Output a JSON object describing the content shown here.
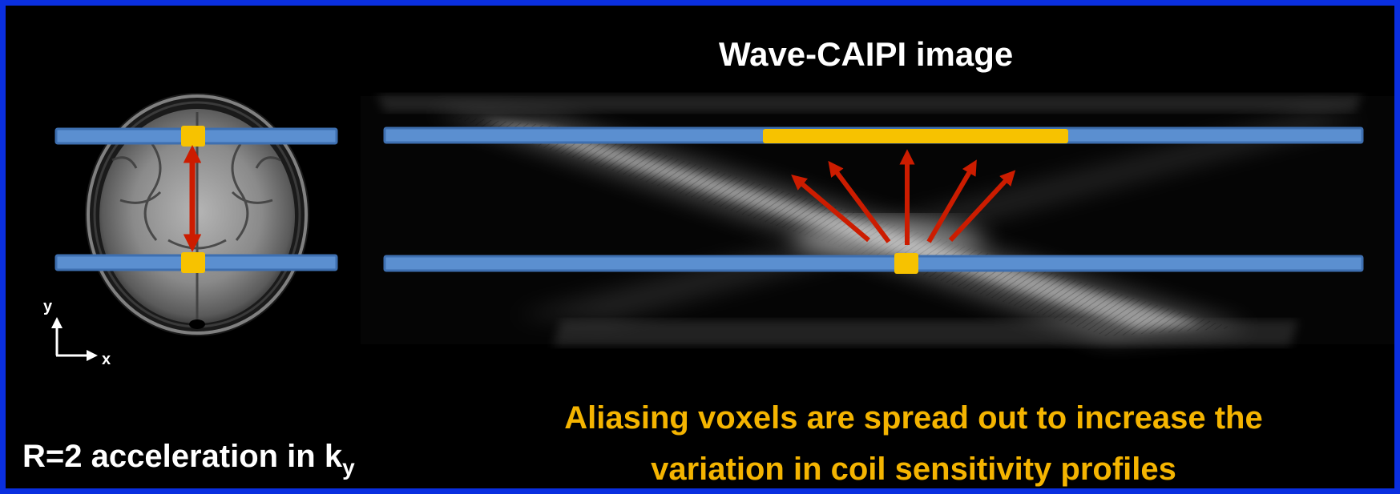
{
  "title": "Wave-CAIPI image",
  "caption_left": {
    "text": "R=2 acceleration in k",
    "subscript": "y"
  },
  "caption_right": {
    "line1": "Aliasing voxels are spread out to increase the",
    "line2": "variation in coil sensitivity profiles"
  },
  "axis_labels": {
    "y": "y",
    "x": "x"
  },
  "colors": {
    "border": "#0a2fe0",
    "bar": "#5b8fd0",
    "bar_edge": "#3e6fb0",
    "voxel": "#f7c200",
    "arrow": "#cc1c00",
    "caption_highlight": "#f4b400",
    "text": "#ffffff"
  }
}
